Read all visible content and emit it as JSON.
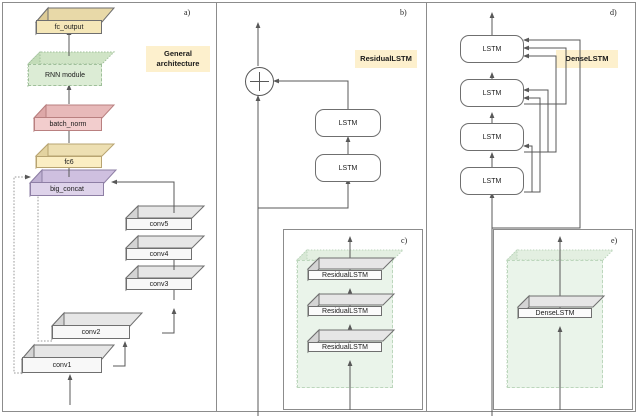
{
  "figure": {
    "panels": [
      {
        "id": "a",
        "label": "a)",
        "tag": "General architecture"
      },
      {
        "id": "b",
        "label": "b)",
        "tag": "ResidualLSTM"
      },
      {
        "id": "c",
        "label": "c)",
        "tag": ""
      },
      {
        "id": "d",
        "label": "d)",
        "tag": "DenseLSTM"
      },
      {
        "id": "e",
        "label": "e)",
        "tag": ""
      }
    ],
    "tag_color": "#fdf0cd"
  },
  "panel_a": {
    "label": "a)",
    "tag": "General architecture",
    "blocks": [
      {
        "name": "fc_output",
        "color": "#f5e7b8"
      },
      {
        "name": "RNN module",
        "color": "#dcecd5"
      },
      {
        "name": "batch_norm",
        "color": "#f2cdcd"
      },
      {
        "name": "fc6",
        "color": "#fbeec3"
      },
      {
        "name": "big_concat",
        "color": "#ded3ea"
      },
      {
        "name": "conv5",
        "color": "#f2f2f2"
      },
      {
        "name": "conv4",
        "color": "#f2f2f2"
      },
      {
        "name": "conv3",
        "color": "#f2f2f2"
      },
      {
        "name": "conv2",
        "color": "#f2f2f2"
      },
      {
        "name": "conv1",
        "color": "#f2f2f2"
      }
    ]
  },
  "panel_b": {
    "label": "b)",
    "tag": "ResidualLSTM",
    "blocks": [
      {
        "name": "LSTM"
      },
      {
        "name": "LSTM"
      }
    ],
    "operator": "+"
  },
  "panel_c": {
    "label": "c)",
    "blocks": [
      {
        "name": "ResidualLSTM"
      },
      {
        "name": "ResidualLSTM"
      },
      {
        "name": "ResidualLSTM"
      }
    ],
    "group_color": "#eaf4ea"
  },
  "panel_d": {
    "label": "d)",
    "tag": "DenseLSTM",
    "blocks": [
      {
        "name": "LSTM"
      },
      {
        "name": "LSTM"
      },
      {
        "name": "LSTM"
      },
      {
        "name": "LSTM"
      }
    ]
  },
  "panel_e": {
    "label": "e)",
    "blocks": [
      {
        "name": "DenseLSTM"
      }
    ],
    "group_color": "#eaf4ea"
  }
}
